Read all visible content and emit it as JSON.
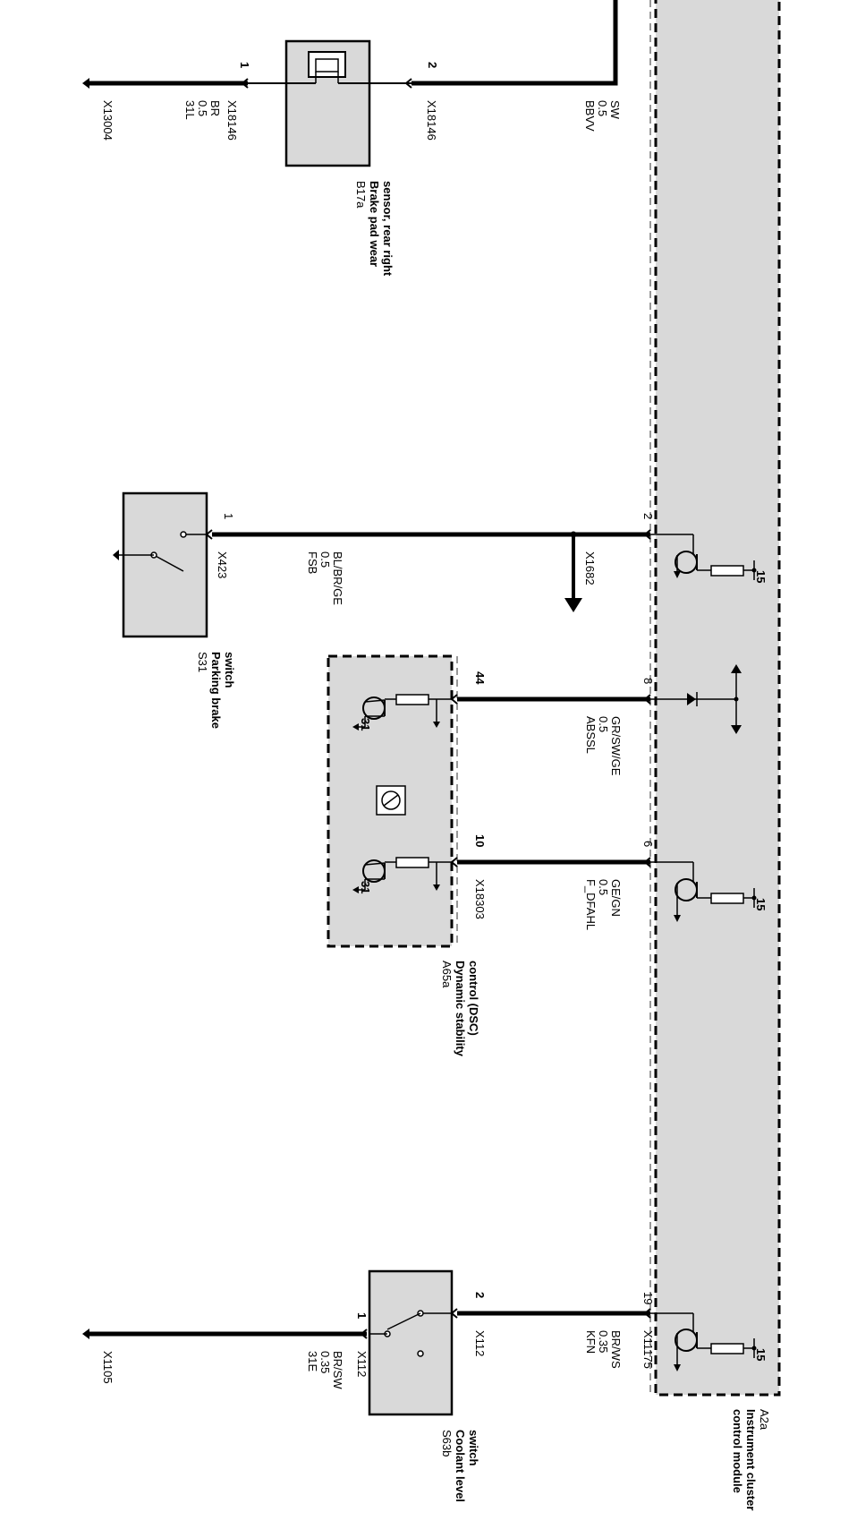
{
  "module_a2a": {
    "id": "A2a",
    "name_line1": "Instrument cluster",
    "name_line2": "control module"
  },
  "b17a": {
    "id": "B17a",
    "name_line1": "Brake pad wear",
    "name_line2": "sensor, rear right",
    "pin_left": "1",
    "pin_right": "2",
    "conn_left": "X18146",
    "conn_right": "X18146"
  },
  "wire_31l": {
    "name": "31L",
    "size": "0.5",
    "color": "BR",
    "ground_conn": "X13004"
  },
  "wire_bbvv": {
    "name": "BBVV",
    "size": "0.5",
    "color": "SW"
  },
  "s31": {
    "id": "S31",
    "name_line1": "Parking brake",
    "name_line2": "switch",
    "pin": "1",
    "conn": "X423"
  },
  "wire_fsb": {
    "name": "FSB",
    "size": "0.5",
    "color": "BL/BR/GE",
    "pin_module": "2",
    "conn_module": "X1682"
  },
  "a65a": {
    "id": "A65a",
    "name_line1": "Dynamic stability",
    "name_line2": "control (DSC)",
    "pin_absl": "44",
    "pin_fdfahl": "10",
    "conn": "X18303",
    "gnd1": "31",
    "gnd2": "31"
  },
  "wire_abssl": {
    "name": "ABSSL",
    "size": "0.5",
    "color": "GR/SW/GE",
    "pin_module": "8"
  },
  "wire_fdfahl": {
    "name": "F_DFAHL",
    "size": "0.5",
    "color": "GE/GN",
    "pin_module": "6"
  },
  "s63b": {
    "id": "S63b",
    "name_line1": "Coolant level",
    "name_line2": "switch",
    "pin_in": "2",
    "pin_out": "1",
    "conn_in": "X112",
    "conn_out": "X112"
  },
  "wire_kfn": {
    "name": "KFN",
    "size": "0.35",
    "color": "BR/WS",
    "pin_module": "19",
    "conn_module": "X11175"
  },
  "wire_31e": {
    "name": "31E",
    "size": "0.35",
    "color": "BR/SW",
    "ground_conn": "X1105"
  },
  "supply_labels": {
    "t1": "15",
    "t2": "15",
    "t3": "15"
  }
}
